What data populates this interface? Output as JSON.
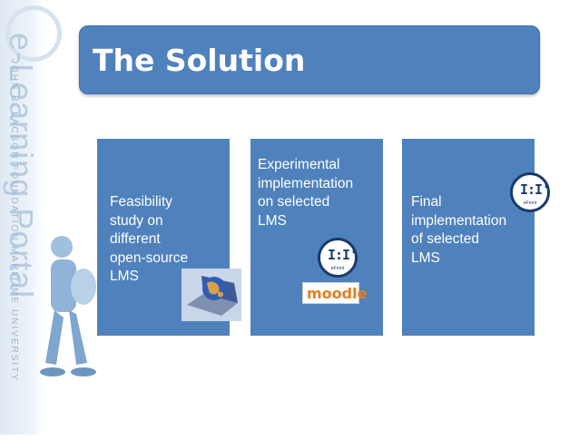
{
  "watermark": {
    "brand": "e-Learning Portal",
    "subline": "JOHN B. LACSON FOUNDATION MARITIME UNIVERSITY"
  },
  "title": "The Solution",
  "columns": [
    {
      "lines": [
        "Feasibility",
        "study on",
        "different",
        "open-source",
        "LMS"
      ]
    },
    {
      "lines": [
        "Experimental",
        "implementation",
        "on selected",
        "LMS"
      ]
    },
    {
      "lines": [
        "Final",
        "implementation",
        "of selected",
        "LMS"
      ]
    }
  ],
  "logos": {
    "efront_sub": "eFront",
    "moodle": "moodle"
  },
  "colors": {
    "accent": "#4f81bd",
    "text_on_accent": "#ffffff"
  }
}
